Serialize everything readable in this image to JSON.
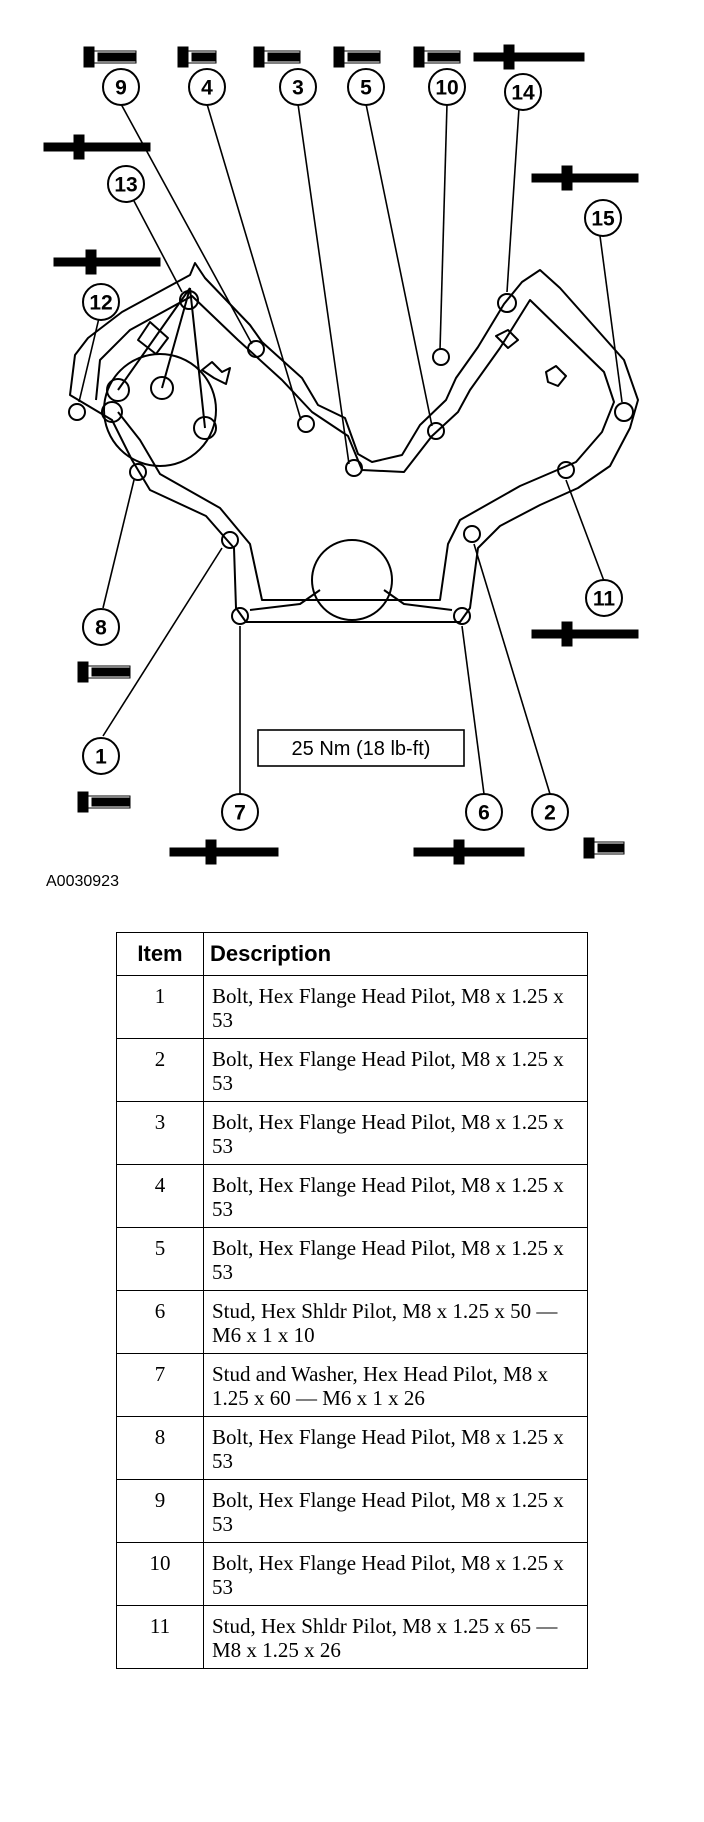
{
  "figure": {
    "figure_id": "A0030923",
    "torque_label": "25 Nm (18 lb-ft)",
    "callouts": [
      {
        "id": "c9",
        "label": "9"
      },
      {
        "id": "c4",
        "label": "4"
      },
      {
        "id": "c3",
        "label": "3"
      },
      {
        "id": "c5",
        "label": "5"
      },
      {
        "id": "c10",
        "label": "10"
      },
      {
        "id": "c14",
        "label": "14"
      },
      {
        "id": "c13",
        "label": "13"
      },
      {
        "id": "c15",
        "label": "15"
      },
      {
        "id": "c12",
        "label": "12"
      },
      {
        "id": "c11",
        "label": "11"
      },
      {
        "id": "c8",
        "label": "8"
      },
      {
        "id": "c1",
        "label": "1"
      },
      {
        "id": "c7",
        "label": "7"
      },
      {
        "id": "c6",
        "label": "6"
      },
      {
        "id": "c2",
        "label": "2"
      }
    ]
  },
  "table": {
    "header_item": "Item",
    "header_description": "Description",
    "rows": [
      {
        "item": "1",
        "description": "Bolt, Hex Flange Head Pilot, M8 x 1.25 x 53"
      },
      {
        "item": "2",
        "description": "Bolt, Hex Flange Head Pilot, M8 x 1.25 x 53"
      },
      {
        "item": "3",
        "description": "Bolt, Hex Flange Head Pilot, M8 x 1.25 x 53"
      },
      {
        "item": "4",
        "description": "Bolt, Hex Flange Head Pilot, M8 x 1.25 x 53"
      },
      {
        "item": "5",
        "description": "Bolt, Hex Flange Head Pilot, M8 x 1.25 x 53"
      },
      {
        "item": "6",
        "description": "Stud, Hex Shldr Pilot, M8 x 1.25 x 50 — M6 x 1 x 10"
      },
      {
        "item": "7",
        "description": "Stud and Washer, Hex Head Pilot, M8 x 1.25 x 60 — M6 x 1 x 26"
      },
      {
        "item": "8",
        "description": "Bolt, Hex Flange Head Pilot, M8 x 1.25 x 53"
      },
      {
        "item": "9",
        "description": "Bolt, Hex Flange Head Pilot, M8 x 1.25 x 53"
      },
      {
        "item": "10",
        "description": "Bolt, Hex Flange Head Pilot, M8 x 1.25 x 53"
      },
      {
        "item": "11",
        "description": "Stud, Hex Shldr Pilot, M8 x 1.25 x 65 — M8 x 1.25 x 26"
      }
    ]
  }
}
